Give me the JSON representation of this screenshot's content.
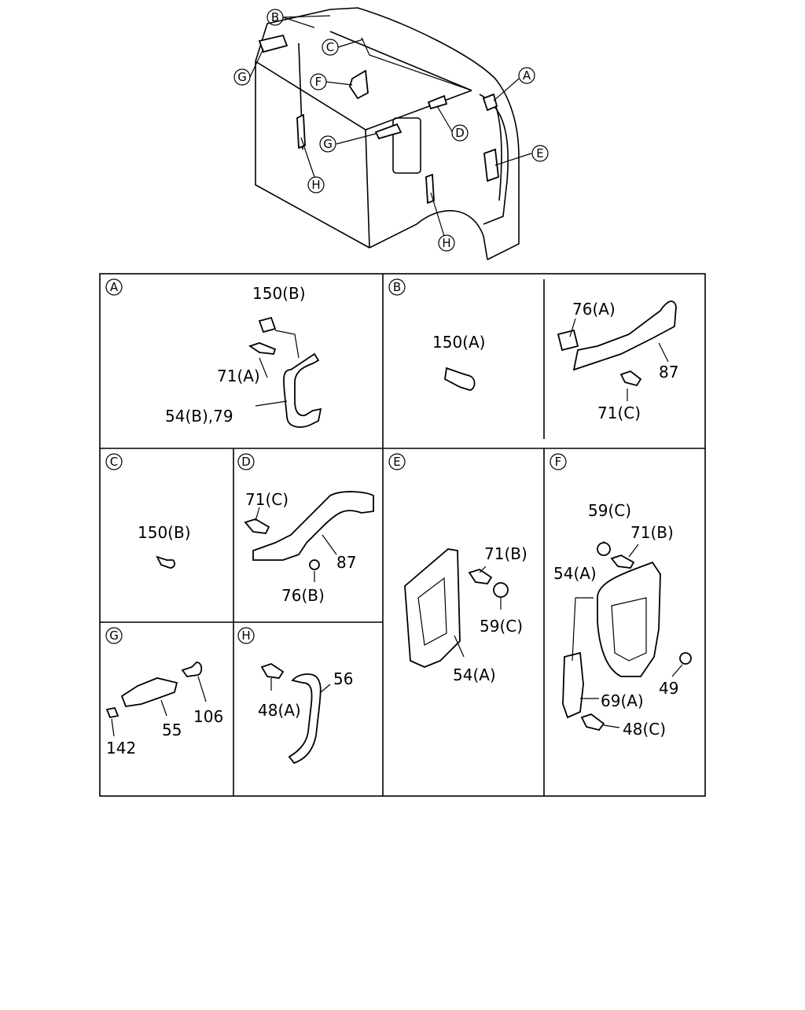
{
  "overview": {
    "callouts": [
      "B",
      "C",
      "F",
      "G",
      "G",
      "H",
      "H",
      "D",
      "A",
      "E"
    ]
  },
  "panels": {
    "A": {
      "letter": "A",
      "labels": [
        "150(B)",
        "71(A)",
        "54(B),79"
      ]
    },
    "B1": {
      "letter": "B",
      "labels": [
        "150(A)"
      ]
    },
    "B2": {
      "labels": [
        "76(A)",
        "87",
        "71(C)"
      ]
    },
    "C": {
      "letter": "C",
      "labels": [
        "150(B)"
      ]
    },
    "D": {
      "letter": "D",
      "labels": [
        "71(C)",
        "87",
        "76(B)"
      ]
    },
    "E": {
      "letter": "E",
      "labels": [
        "71(B)",
        "59(C)",
        "54(A)"
      ]
    },
    "F": {
      "letter": "F",
      "labels": [
        "59(C)",
        "71(B)",
        "54(A)",
        "49",
        "69(A)",
        "48(C)"
      ]
    },
    "G": {
      "letter": "G",
      "labels": [
        "106",
        "55",
        "142"
      ]
    },
    "H": {
      "letter": "H",
      "labels": [
        "48(A)",
        "56"
      ]
    }
  }
}
